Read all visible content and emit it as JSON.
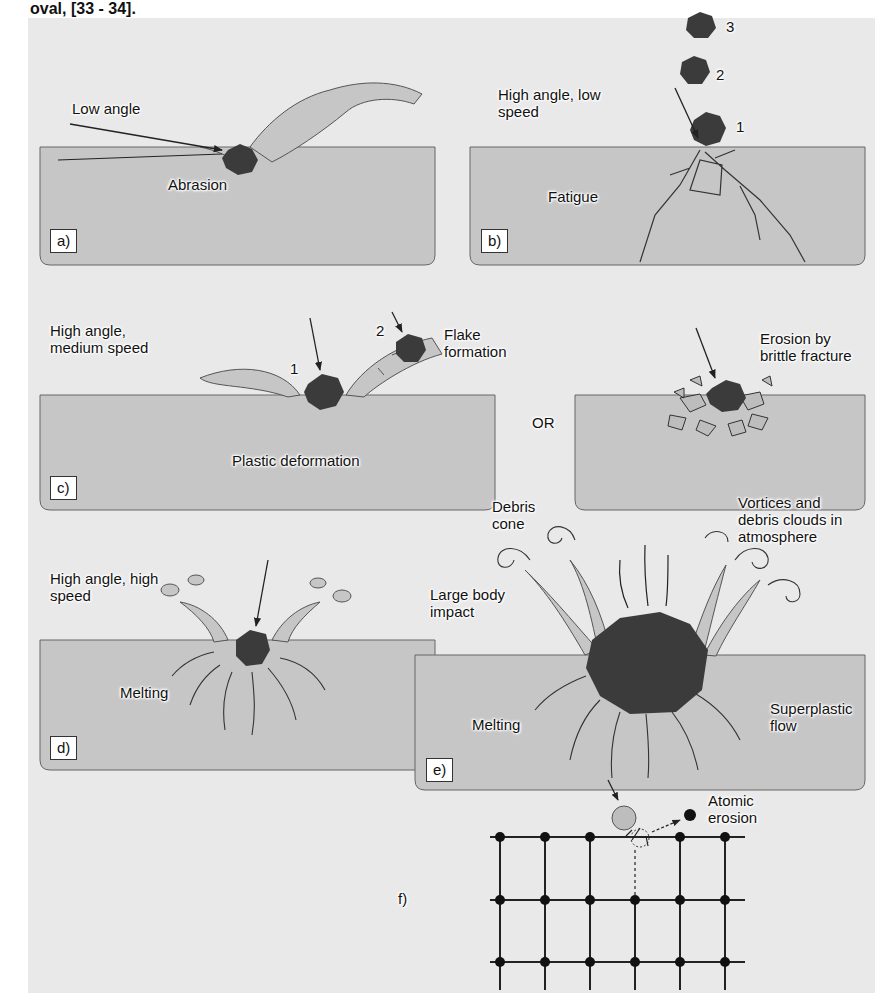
{
  "diagram": {
    "nodes": [
      {
        "text": [
          "a)"
        ]
      },
      {
        "text": [
          "b)"
        ]
      },
      {
        "text": [
          "c)"
        ]
      },
      {
        "text": [
          "d)"
        ]
      },
      {
        "text": [
          "e)"
        ]
      }
    ],
    "labels": [
      "oval, [33 - 34].",
      "Low angle",
      "Abrasion",
      "3",
      "2",
      "1",
      "High angle, low speed",
      "Fatigue",
      "High angle, medium speed",
      "1",
      "2",
      "Flake formation",
      "Plastic deformation",
      "OR",
      "Erosion by brittle fracture",
      "High angle, high speed",
      "Melting",
      "Debris cone",
      "Vortices and debris clouds in atmosphere",
      "Large body impact",
      "Melting",
      "Superplastic flow",
      "f)",
      "Atomic erosion"
    ]
  }
}
